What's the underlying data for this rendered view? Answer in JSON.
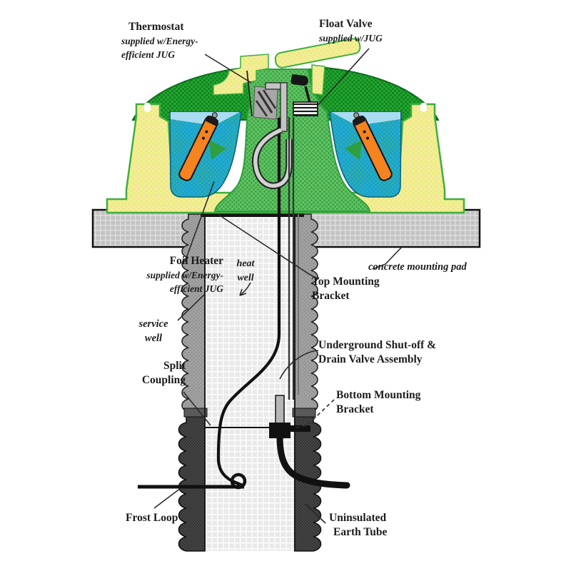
{
  "labels": {
    "thermostat": {
      "line1": "Thermostat",
      "line2": "supplied w/Energy-",
      "line3": "efficient JUG"
    },
    "float_valve": {
      "line1": "Float Valve",
      "line2": "supplied w/JUG"
    },
    "foil_heater": {
      "line1": "Foil Heater",
      "line2": "supplied w/Energy-",
      "line3": "efficient JUG"
    },
    "heat_well": {
      "line1": "heat",
      "line2": "well"
    },
    "service_well": {
      "line1": "service",
      "line2": "well"
    },
    "split_coupling": {
      "line1": "Split",
      "line2": "Coupling"
    },
    "frost_loop": {
      "line1": "Frost Loop"
    },
    "concrete_pad": {
      "line1": "concrete mounting pad"
    },
    "top_bracket": {
      "line1": "Top Mounting",
      "line2": "Bracket"
    },
    "underground": {
      "line1": "Underground Shut-off &",
      "line2": "Drain Valve Assembly"
    },
    "bottom_bracket": {
      "line1": "Bottom Mounting",
      "line2": "Bracket"
    },
    "earth_tube": {
      "line1": "Uninsulated",
      "line2": "Earth Tube"
    }
  },
  "colors": {
    "dome_green": "#21a12d",
    "body_green": "#5fc05f",
    "outline_green": "#3dae3d",
    "shell_yellow": "#f0f08c",
    "water_blue": "#17a2d8",
    "surface_blue": "#a9dcf0",
    "heater_orange": "#f5831f",
    "pad_gray": "#c3c3c3",
    "wall_gray": "#9f9f9f",
    "earth_tube_dark": "#454545",
    "heat_well_gray": "#e9e9e9",
    "pipe_black": "#151515"
  }
}
